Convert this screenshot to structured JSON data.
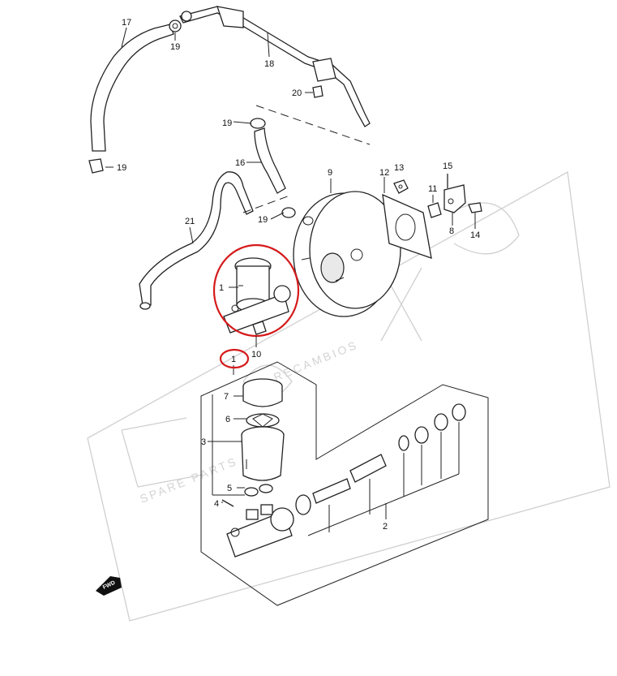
{
  "callouts": {
    "c1": "1",
    "c1b": "1",
    "c2": "2",
    "c3": "3",
    "c4": "4",
    "c5": "5",
    "c6": "6",
    "c7": "7",
    "c8": "8",
    "c9": "9",
    "c10": "10",
    "c11": "11",
    "c12": "12",
    "c13": "13",
    "c14": "14",
    "c15": "15",
    "c16": "16",
    "c17": "17",
    "c18": "18",
    "c19a": "19",
    "c19b": "19",
    "c19c": "19",
    "c19d": "19",
    "c20": "20",
    "c21": "21"
  },
  "direction_badge": "FWD",
  "highlight_color": "#d51a1a"
}
